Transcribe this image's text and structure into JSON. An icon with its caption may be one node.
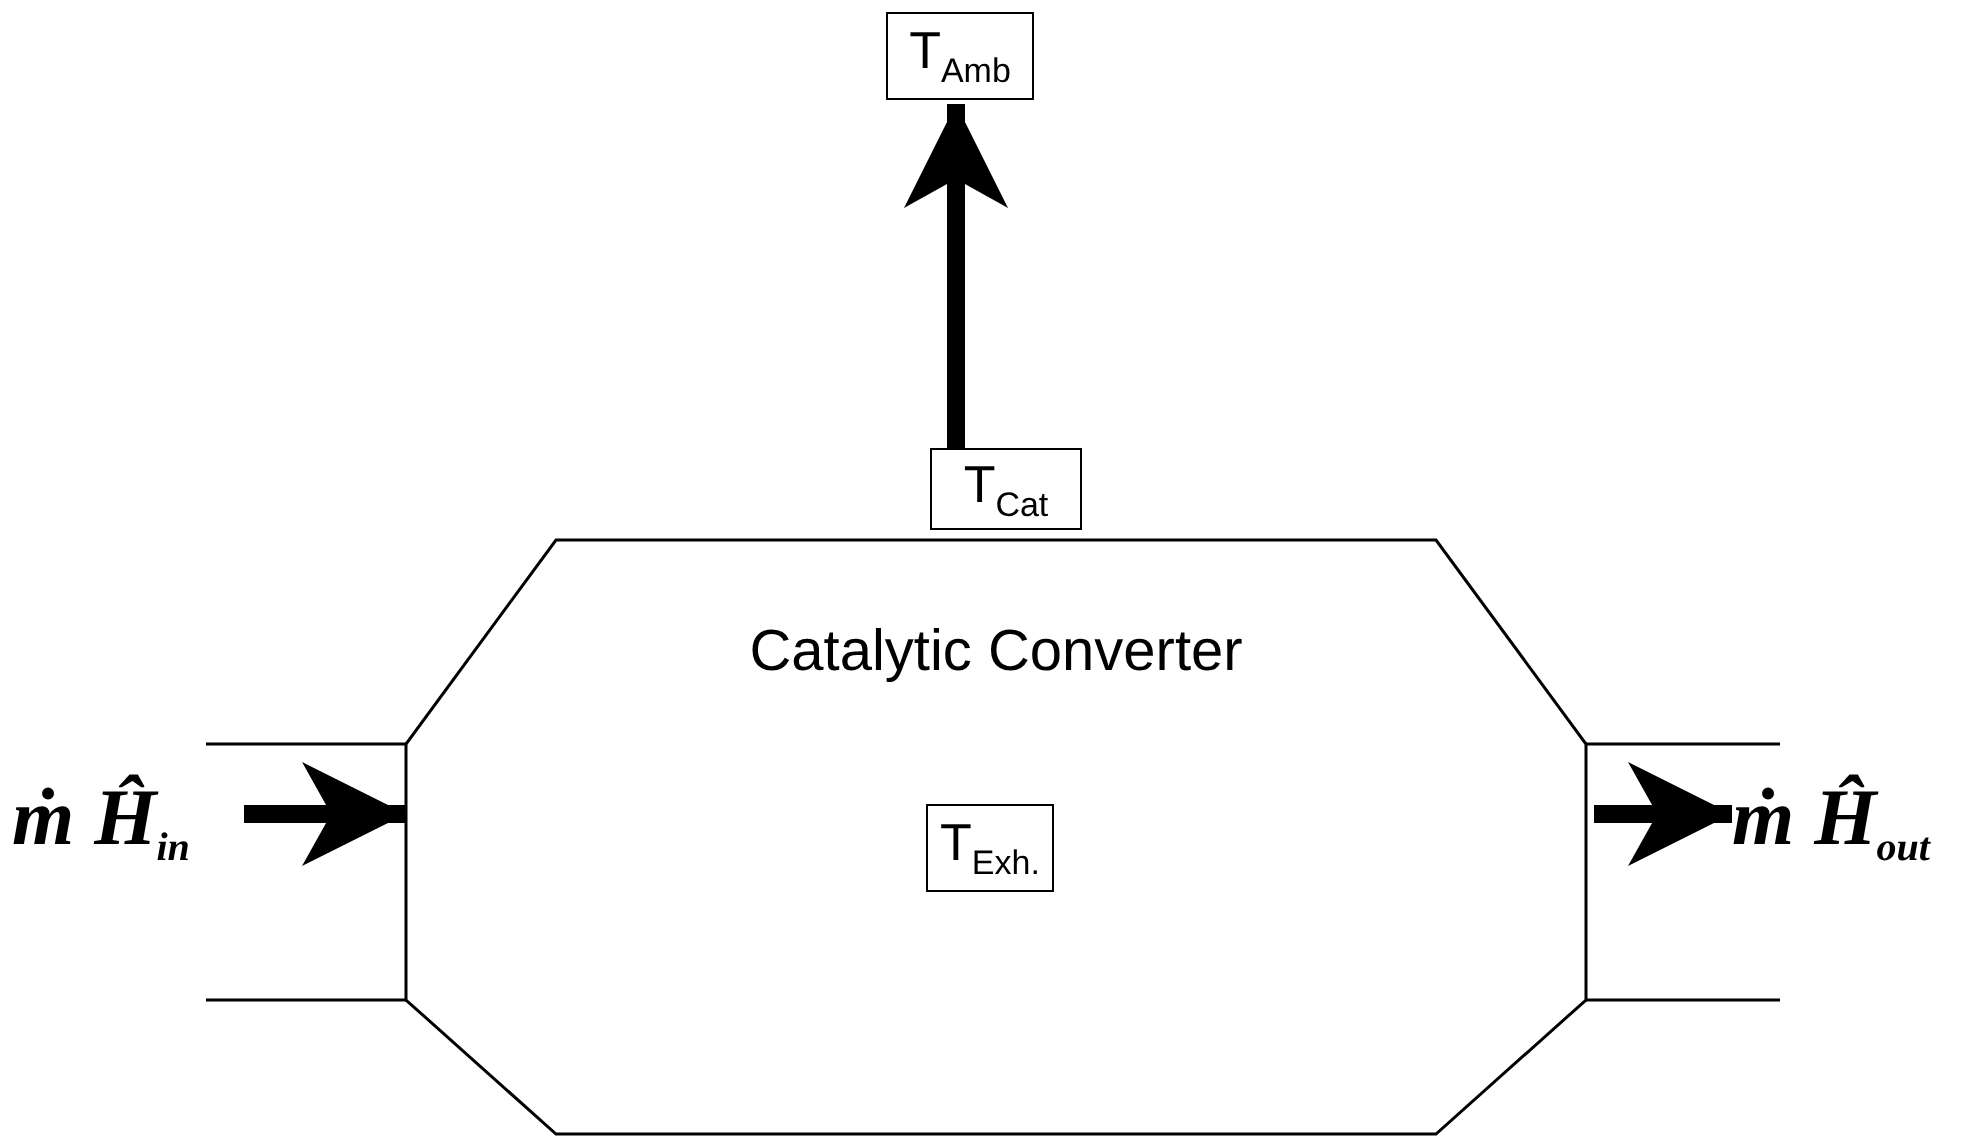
{
  "diagram": {
    "nodes": [
      {
        "text": [
          "T$_{Amb}$"
        ]
      },
      {
        "text": [
          "T$_{Cat}$"
        ]
      },
      {
        "text": [
          "Catalytic Converter"
        ]
      },
      {
        "text": [
          "T$_{Exh.}$"
        ],
        "in": 2
      },
      {
        "text": [
          "ṁ Ĥ$_{in}$"
        ]
      },
      {
        "text": [
          "ṁ Ĥ$_{out}$"
        ]
      }
    ],
    "edges": [
      {
        "from": 1,
        "to": 0,
        "arrow": "to"
      },
      {
        "from": 4,
        "to": 2,
        "arrow": "to"
      },
      {
        "from": 2,
        "to": 5,
        "arrow": "to"
      }
    ]
  }
}
